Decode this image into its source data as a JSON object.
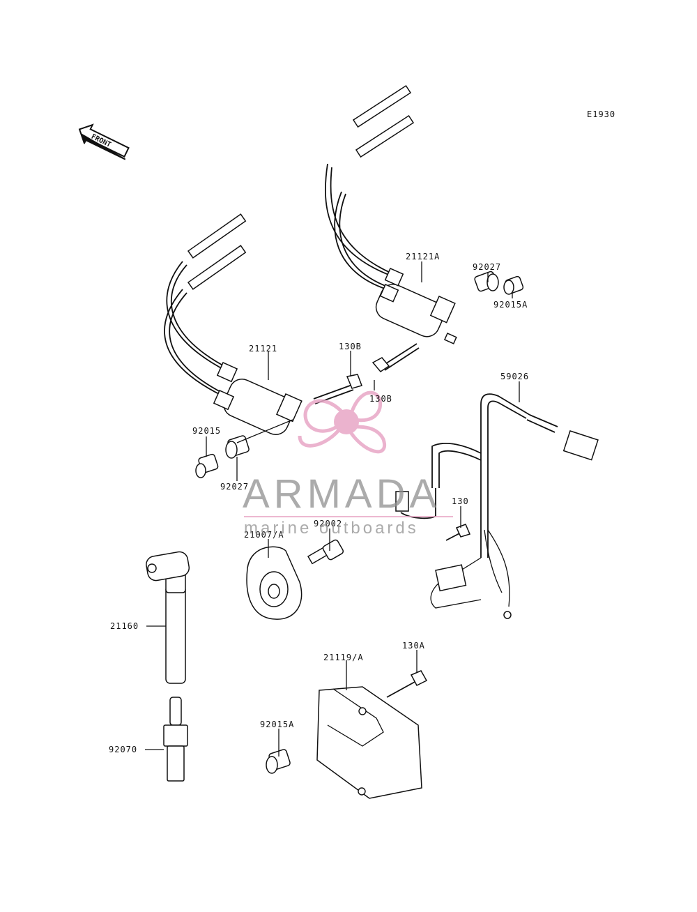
{
  "diagram_code": "E1930",
  "front_label": "FRONT",
  "watermark": {
    "brand": "ARMADA",
    "tagline": "marine outboards",
    "accent": "#e8a6c6",
    "text_color": "#8f8f8f"
  },
  "callouts": {
    "coil_rear": "21121A",
    "spacer_rear": "92027",
    "collar_rear": "92015A",
    "coil_front": "21121",
    "bolt_upper": "130B",
    "bolt_lower": "130B",
    "collar_front": "92015",
    "spacer_front": "92027",
    "harness": "59026",
    "bolt_pickup": "130",
    "screw": "92002",
    "timing_rotor": "21007/A",
    "plug_cap": "21160",
    "spark_plug": "92070",
    "igniter": "21119/A",
    "bolt_igniter": "130A",
    "collar_igniter": "92015A"
  }
}
